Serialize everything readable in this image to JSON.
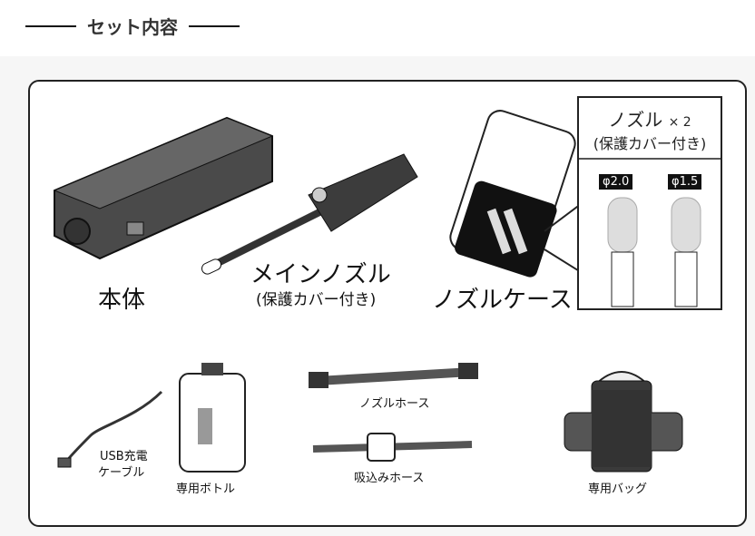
{
  "heading": {
    "title": "セット内容"
  },
  "items": {
    "body": "本体",
    "main_nozzle": "メインノズル",
    "main_nozzle_sub": "(保護カバー付き)",
    "nozzle_case": "ノズルケース",
    "nozzle_hose": "ノズルホース",
    "suction_hose": "吸込みホース",
    "usb_cable_1": "USB充電",
    "usb_cable_2": "ケーブル",
    "bottle": "専用ボトル",
    "bag": "専用バッグ"
  },
  "nozzles": {
    "title": "ノズル",
    "count": "× 2",
    "sub": "(保護カバー付き)",
    "sizes": [
      "φ2.0",
      "φ1.5"
    ]
  },
  "colors": {
    "accent": "#111111",
    "illustration_fill": "#555555"
  }
}
